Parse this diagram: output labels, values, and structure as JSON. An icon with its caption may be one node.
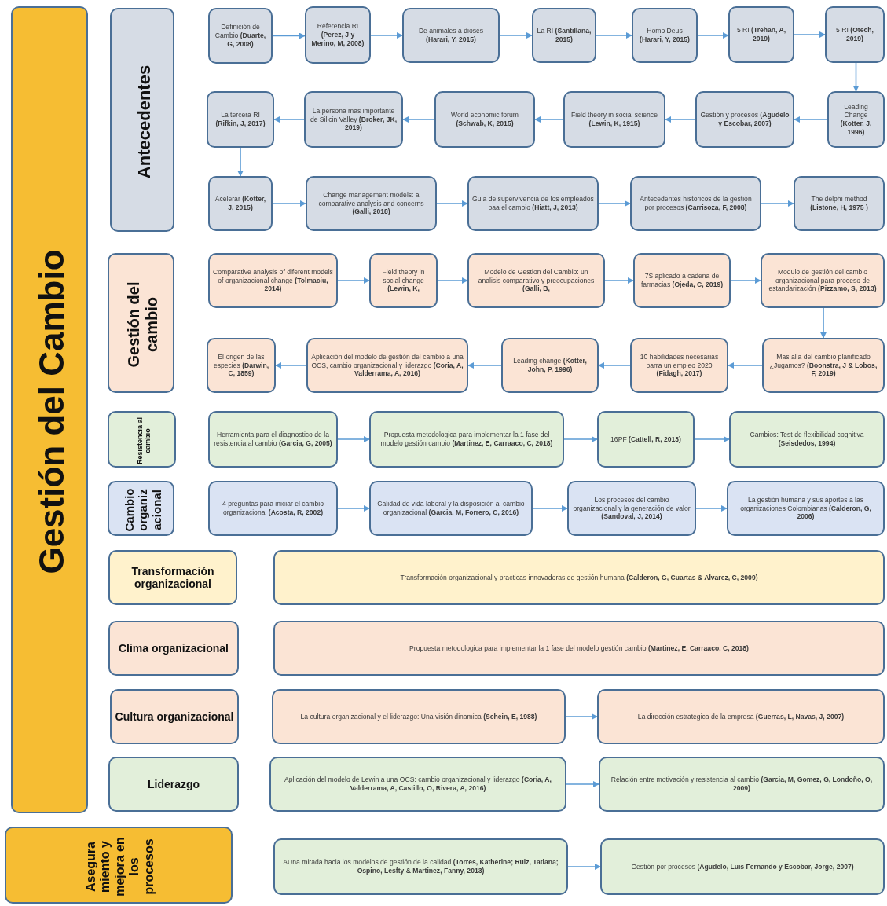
{
  "diagram": {
    "nodes": [
      {
        "text": [
          "Gestión del Cambio"
        ]
      },
      {
        "text": [
          "Antecedentes"
        ]
      },
      {
        "text": [
          "Definición de Cambio **(Duarte, G, 2008)**"
        ]
      },
      {
        "text": [
          "Referencia RI **(Perez, J y Merino, M, 2008)**"
        ]
      },
      {
        "text": [
          "De animales a dioses **(Harari, Y, 2015)**"
        ]
      },
      {
        "text": [
          "La RI **(Santillana, 2015)**"
        ]
      },
      {
        "text": [
          "Homo Deus **(Harari, Y, 2015)**"
        ]
      },
      {
        "text": [
          "5 RI **(Trehan, A, 2019)**"
        ]
      },
      {
        "text": [
          "5 RI **(Otech, 2019)**"
        ]
      },
      {
        "text": [
          "Leading Change **(Kotter, J, 1996)**"
        ]
      },
      {
        "text": [
          "Gestión y procesos **(Agudelo y Escobar, 2007)**"
        ]
      },
      {
        "text": [
          "Field theory in social science **(Lewin, K, 1915)**"
        ]
      },
      {
        "text": [
          "World economic forum **(Schwab, K, 2015)**"
        ]
      },
      {
        "text": [
          "La persona mas importante de Silicin Valley **(Broker, JK, 2019)**"
        ]
      },
      {
        "text": [
          "La tercera RI **(Rifkin, J, 2017)**"
        ]
      },
      {
        "text": [
          "Acelerar **(Kotter, J, 2015)**"
        ]
      },
      {
        "text": [
          "Change management models: a comparative analysis and concerns **(Galli, 2018)**"
        ]
      },
      {
        "text": [
          "Guia de supervivencia de los empleados paa el cambio **(Hiatt, J, 2013)**"
        ]
      },
      {
        "text": [
          "Antecedentes historicos de la gestión por procesos **(Carrisoza, F, 2008)**"
        ]
      },
      {
        "text": [
          "The delphi method **(Listone, H, 1975 )**"
        ]
      },
      {
        "text": [
          "Gestión del cambio"
        ]
      },
      {
        "text": [
          "Comparative analysis of diferent models of organizacional change **(Tolmaciu, 2014)**"
        ]
      },
      {
        "text": [
          "Field theory in social change **(Lewin, K,**"
        ]
      },
      {
        "text": [
          "Modelo de Gestion del Cambio: un analisis comparativo y preocupaciones **(Galli, B,**"
        ]
      },
      {
        "text": [
          "7S aplicado a cadena de farmacias **(Ojeda, C, 2019)**"
        ]
      },
      {
        "text": [
          "Modulo de gestión del cambio organizacional para proceso de estandarización **(Pizzamo, S, 2013)**"
        ]
      },
      {
        "text": [
          "Mas alla del cambio planificado ¿Jugamos? **(Boonstra, J & Lobos, F, 2019)**"
        ]
      },
      {
        "text": [
          "10 habilidades necesarias parra un empleo 2020 **(Fidagh, 2017)**"
        ]
      },
      {
        "text": [
          "Leading change **(Kotter, John, P, 1996)**"
        ]
      },
      {
        "text": [
          "Aplicación del modelo de gestión del cambio a una OCS, cambio organizacional y liderazgo **(Coria, A, Valderrama, A, 2016)**"
        ]
      },
      {
        "text": [
          "El origen de las especies **(Darwin, C, 1859)**"
        ]
      },
      {
        "text": [
          "Resistencia al cambio"
        ]
      },
      {
        "text": [
          "Herramienta para el diagnostico de la resistencia al cambio **(Garcia, G, 2005)**"
        ]
      },
      {
        "text": [
          "Propuesta metodologica para implementar la 1 fase del modelo gestión cambio **(Martinez, E, Carraaco, C, 2018)**"
        ]
      },
      {
        "text": [
          "16PF **(Cattell, R, 2013)**"
        ]
      },
      {
        "text": [
          "Cambios: Test de flexibilidad cognitiva **(Seisdedos, 1994)**"
        ]
      },
      {
        "text": [
          "Cambio organiz acional"
        ]
      },
      {
        "text": [
          "4 preguntas para iniciar el cambio organizacional **(Acosta, R, 2002)**"
        ]
      },
      {
        "text": [
          "Calidad de vida laboral y la disposición al cambio organizacional **(Garcia, M, Forrero, C, 2016)**"
        ]
      },
      {
        "text": [
          "Los procesos del cambio organizacional y la generación de valor **(Sandoval, J, 2014)**"
        ]
      },
      {
        "text": [
          "La gestión humana y sus aportes a las organizaciones Colombianas **(Calderon, G, 2006)**"
        ]
      },
      {
        "text": [
          "Transformación organizacional"
        ]
      },
      {
        "text": [
          "Transformación organizacional y practicas innovadoras de gestión humana **(Calderon, G, Cuartas & Alvarez, C, 2009)**"
        ]
      },
      {
        "text": [
          "Clima organizacional"
        ]
      },
      {
        "text": [
          "Propuesta metodologica para implementar la 1 fase del modelo gestión cambio **(Martinez, E, Carraaco, C, 2018)**"
        ]
      },
      {
        "text": [
          "Cultura organizacional"
        ]
      },
      {
        "text": [
          "La cultura organizacional y el liderazgo: Una visión dinamica **(Schein, E, 1988)**"
        ]
      },
      {
        "text": [
          "La dirección estrategica de la empresa **(Guerras, L, Navas, J, 2007)**"
        ]
      },
      {
        "text": [
          "Liderazgo"
        ]
      },
      {
        "text": [
          "Aplicación del modelo de Lewin a una OCS: cambio organizacional y liderazgo **(Coria, A, Valderrama, A, Castillo, O, Rivera, A, 2016)**"
        ]
      },
      {
        "text": [
          "Relación entre motivación y resistencia al cambio **(Garcia, M, Gomez, G, Londoño, O, 2009)**"
        ]
      },
      {
        "text": [
          "Asegura miento y mejora en los procesos"
        ]
      },
      {
        "text": [
          "AUna mirada hacia los modelos de gestión de la calidad **(Torres, Katherine; Ruiz, Tatiana; Ospino, Lesfty & Martinez, Fanny, 2013)**"
        ]
      },
      {
        "text": [
          "Gestión por procesos **(Agudelo, Luis Fernando y Escobar, Jorge, 2007)**"
        ]
      }
    ],
    "edges": [
      {
        "from": 2,
        "to": 3,
        "arrow": "to"
      },
      {
        "from": 3,
        "to": 4,
        "arrow": "to"
      },
      {
        "from": 4,
        "to": 5,
        "arrow": "to"
      },
      {
        "from": 5,
        "to": 6,
        "arrow": "to"
      },
      {
        "from": 6,
        "to": 7,
        "arrow": "to"
      },
      {
        "from": 7,
        "to": 8,
        "arrow": "to"
      },
      {
        "from": 8,
        "to": 9,
        "arrow": "to"
      },
      {
        "from": 9,
        "to": 10,
        "arrow": "to"
      },
      {
        "from": 10,
        "to": 11,
        "arrow": "to"
      },
      {
        "from": 11,
        "to": 12,
        "arrow": "to"
      },
      {
        "from": 12,
        "to": 13,
        "arrow": "to"
      },
      {
        "from": 13,
        "to": 14,
        "arrow": "to"
      },
      {
        "from": 14,
        "to": 15,
        "arrow": "to"
      },
      {
        "from": 15,
        "to": 16,
        "arrow": "to"
      },
      {
        "from": 16,
        "to": 17,
        "arrow": "to"
      },
      {
        "from": 17,
        "to": 18,
        "arrow": "to"
      },
      {
        "from": 18,
        "to": 19,
        "arrow": "to"
      },
      {
        "from": 21,
        "to": 22,
        "arrow": "to"
      },
      {
        "from": 22,
        "to": 23,
        "arrow": "to"
      },
      {
        "from": 23,
        "to": 24,
        "arrow": "to"
      },
      {
        "from": 24,
        "to": 25,
        "arrow": "to"
      },
      {
        "from": 25,
        "to": 26,
        "arrow": "to"
      },
      {
        "from": 26,
        "to": 27,
        "arrow": "to"
      },
      {
        "from": 27,
        "to": 28,
        "arrow": "to"
      },
      {
        "from": 28,
        "to": 29,
        "arrow": "to"
      },
      {
        "from": 29,
        "to": 30,
        "arrow": "to"
      },
      {
        "from": 32,
        "to": 33,
        "arrow": "to"
      },
      {
        "from": 33,
        "to": 34,
        "arrow": "to"
      },
      {
        "from": 34,
        "to": 35,
        "arrow": "to"
      },
      {
        "from": 37,
        "to": 38,
        "arrow": "to"
      },
      {
        "from": 38,
        "to": 39,
        "arrow": "to"
      },
      {
        "from": 39,
        "to": 40,
        "arrow": "to"
      },
      {
        "from": 46,
        "to": 47,
        "arrow": "to"
      },
      {
        "from": 49,
        "to": 50,
        "arrow": "to"
      },
      {
        "from": 52,
        "to": 53,
        "arrow": "to"
      }
    ]
  }
}
